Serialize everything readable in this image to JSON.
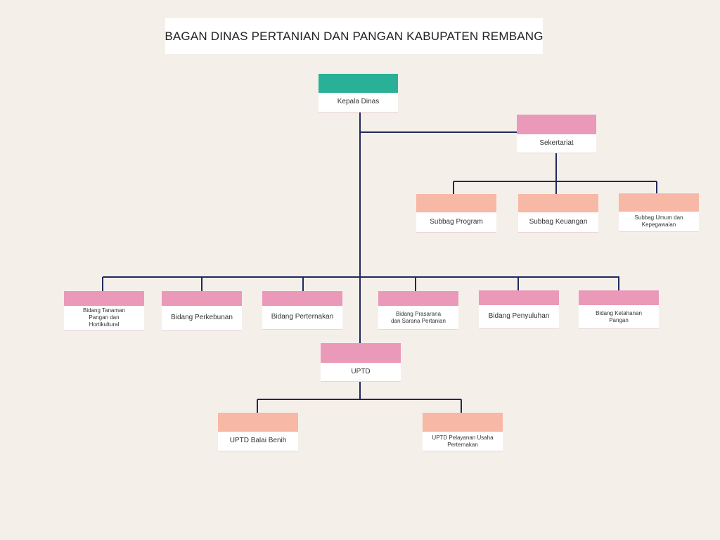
{
  "title": "BAGAN DINAS PERTANIAN DAN PANGAN KABUPATEN REMBANG",
  "colors": {
    "background": "#f5efea",
    "line": "#1f2a5c",
    "head_band": "#2ab097",
    "unit_band": "#ea99b9",
    "sub_band": "#f8b8a6"
  },
  "nodes": {
    "kepala_dinas": "Kepala Dinas",
    "sekertariat": "Sekertariat",
    "subbag_program": "Subbag Program",
    "subbag_keuangan": "Subbag Keuangan",
    "subbag_umum": "Subbag Umum dan Kepegawaian",
    "bidang_tanaman": "Bidang Tanaman Pangan dan Hortikultural",
    "bidang_perkebunan": "Bidang Perkebunan",
    "bidang_peternakan": "Bidang Perternakan",
    "bidang_prasarana": "Bidang Prasarana dan Sarana Pertanian",
    "bidang_penyuluhan": "Bidang Penyuluhan",
    "bidang_ketahanan": "Bidang Ketahanan Pangan",
    "uptd": "UPTD",
    "uptd_balai_benih": "UPTD Balai Benih",
    "uptd_pelayanan": "UPTD Pelayanan Usaha Perternakan"
  }
}
